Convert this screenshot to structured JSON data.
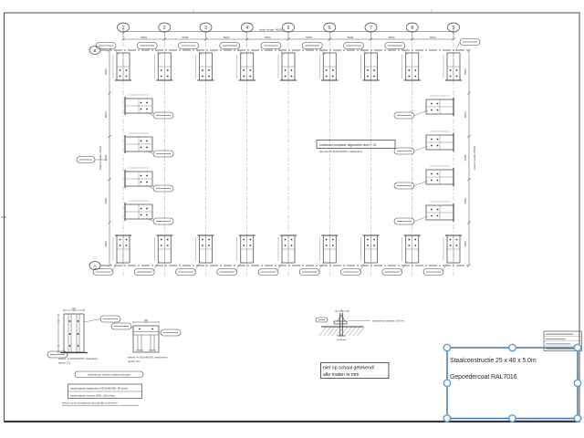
{
  "sheet": {
    "zone_mark_left": "1",
    "zone_mark_right": "1",
    "border_color": "#4a4a4a"
  },
  "grid": {
    "column_labels": [
      "1",
      "2",
      "3",
      "4",
      "5",
      "6",
      "7",
      "8",
      "9"
    ],
    "row_label_top": "B",
    "row_label_bottom": "A",
    "bay_dimension": "5000",
    "total_length_label": "totale lengte: 40000",
    "total_width_label": "totale breedte: 25000"
  },
  "notes": {
    "center_box_note": "onderkant voetplaat: afgewerkte vloer + 20",
    "center_box_subnote": "alle ankers M20x400/50, haakankers",
    "not_to_scale_1": "niet op schaal getekend!",
    "not_to_scale_2": "alle maten in mm",
    "anchor_banner": "ankerpatroon uitzetten volgens ankerplan",
    "anchor_totals_1": "totaal aantal haakankers M20x400/50: 80 stuks",
    "anchor_totals_2": "totaal aantal moeren M20: 224 stuks",
    "anchor_footnote": "ankers op de bouwplaats afzonderlijk controleren",
    "pour_note": "aanstorting voetplaat ± 50 mm"
  },
  "details": {
    "left_top_dim": "190",
    "right_top_dim": "200",
    "left_caption_1": "ankers: 4x M20x400/50, haakankers",
    "left_caption_2": "aantal: 72x",
    "right_caption_1": "ankers: 4x M20x400/50, haakankers",
    "right_caption_2": "aantal: 72x"
  },
  "annotation_box": {
    "line1": "Staalconstructie 25 x 40 x 5.0m",
    "line2": "Gepoedercoat RAL7016",
    "border_color": "#3a6ea5",
    "handle_color": "#5b9bd5",
    "text_color": "#2b2b2b"
  }
}
